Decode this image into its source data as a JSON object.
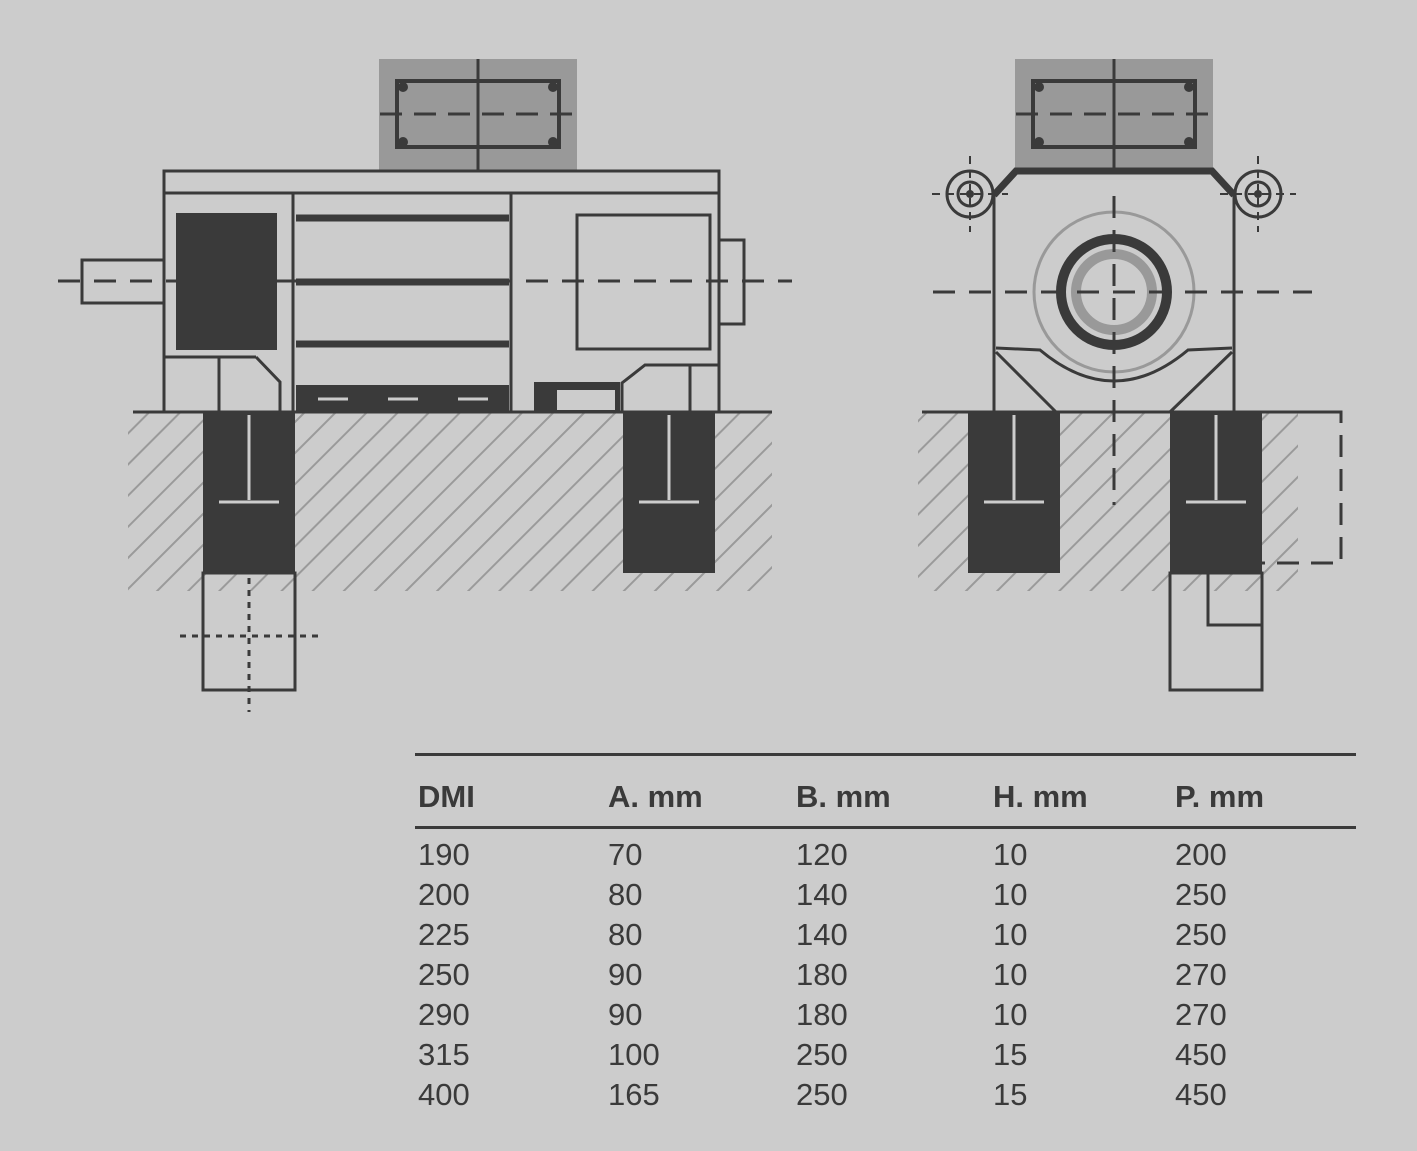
{
  "table": {
    "headers": [
      "DMI",
      "A. mm",
      "B. mm",
      "H. mm",
      "P. mm"
    ],
    "rows": [
      [
        "190",
        "70",
        "120",
        "10",
        "200"
      ],
      [
        "200",
        "80",
        "140",
        "10",
        "250"
      ],
      [
        "225",
        "80",
        "140",
        "10",
        "250"
      ],
      [
        "250",
        "90",
        "180",
        "10",
        "270"
      ],
      [
        "290",
        "90",
        "180",
        "10",
        "270"
      ],
      [
        "315",
        "100",
        "250",
        "15",
        "450"
      ],
      [
        "400",
        "165",
        "250",
        "15",
        "450"
      ]
    ]
  },
  "colors": {
    "background": "#cccccc",
    "line": "#3a3a3a",
    "dark_fill": "#3a3a3a",
    "terminal_box": "#999999",
    "hatch": "#9a9a9a"
  }
}
